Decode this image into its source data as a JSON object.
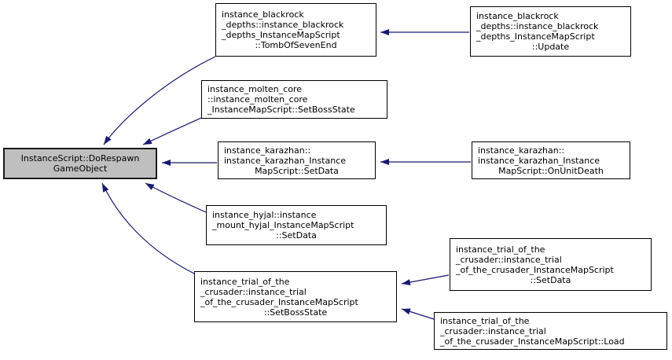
{
  "diagram": {
    "type": "call-graph",
    "colors": {
      "background": "#ffffff",
      "edge": "#191970",
      "node_border": "#000000",
      "node_fill": "#ffffff",
      "highlight_fill": "#bfbfbf"
    },
    "nodes": {
      "do_respawn_game_object": {
        "lines": [
          "InstanceScript::DoRespawn",
          "GameObject"
        ],
        "highlighted": true
      },
      "blackrock_tomb_of_seven_end": {
        "lines": [
          "instance_blackrock",
          "_depths::instance_blackrock",
          "_depths_InstanceMapScript",
          "::TombOfSevenEnd"
        ]
      },
      "blackrock_update": {
        "lines": [
          "instance_blackrock",
          "_depths::instance_blackrock",
          "_depths_InstanceMapScript",
          "::Update"
        ]
      },
      "molten_core_set_boss_state": {
        "lines": [
          "instance_molten_core",
          "::instance_molten_core",
          "_InstanceMapScript::SetBossState"
        ]
      },
      "karazhan_set_data": {
        "lines": [
          "instance_karazhan::",
          "instance_karazhan_Instance",
          "MapScript::SetData"
        ]
      },
      "karazhan_on_unit_death": {
        "lines": [
          "instance_karazhan::",
          "instance_karazhan_Instance",
          "MapScript::OnUnitDeath"
        ]
      },
      "hyjal_set_data": {
        "lines": [
          "instance_hyjal::instance",
          "_mount_hyjal_InstanceMapScript",
          "::SetData"
        ]
      },
      "trial_set_boss_state": {
        "lines": [
          "instance_trial_of_the",
          "_crusader::instance_trial",
          "_of_the_crusader_InstanceMapScript",
          "::SetBossState"
        ]
      },
      "trial_set_data": {
        "lines": [
          "instance_trial_of_the",
          "_crusader::instance_trial",
          "_of_the_crusader_InstanceMapScript",
          "::SetData"
        ]
      },
      "trial_load": {
        "lines": [
          "instance_trial_of_the",
          "_crusader::instance_trial",
          "_of_the_crusader_InstanceMapScript::Load"
        ]
      }
    },
    "edges": [
      {
        "from": "blackrock_tomb_of_seven_end",
        "to": "do_respawn_game_object"
      },
      {
        "from": "molten_core_set_boss_state",
        "to": "do_respawn_game_object"
      },
      {
        "from": "karazhan_set_data",
        "to": "do_respawn_game_object"
      },
      {
        "from": "hyjal_set_data",
        "to": "do_respawn_game_object"
      },
      {
        "from": "trial_set_boss_state",
        "to": "do_respawn_game_object"
      },
      {
        "from": "blackrock_update",
        "to": "blackrock_tomb_of_seven_end"
      },
      {
        "from": "karazhan_on_unit_death",
        "to": "karazhan_set_data"
      },
      {
        "from": "trial_set_data",
        "to": "trial_set_boss_state"
      },
      {
        "from": "trial_load",
        "to": "trial_set_boss_state"
      }
    ]
  }
}
